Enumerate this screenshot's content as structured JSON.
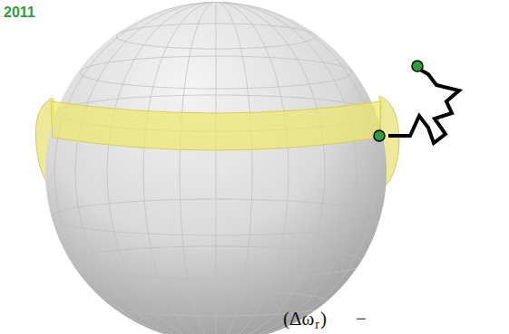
{
  "diagram": {
    "labels": [
      "2011",
      "(Δω",
      "r",
      ")",
      "−"
    ]
  }
}
